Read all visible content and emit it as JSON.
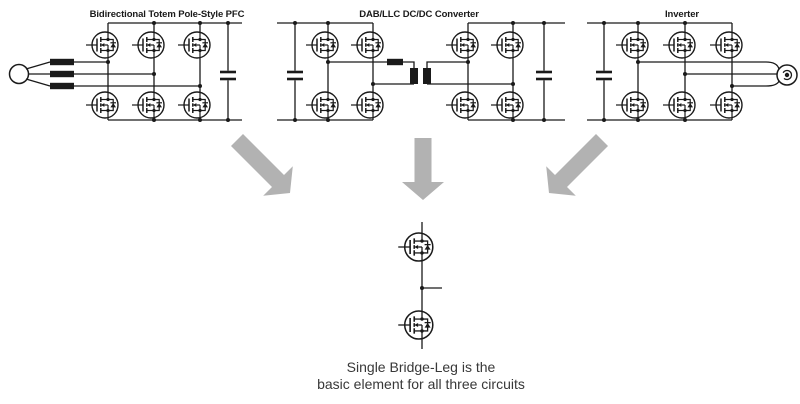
{
  "colors": {
    "line": "#1a1a1a",
    "arrow": "#b2b2b2",
    "title_text": "#1a1a1a",
    "caption_text": "#383838",
    "background": "#ffffff"
  },
  "circuits": {
    "pfc": {
      "title": "Bidirectional Totem Pole-Style PFC"
    },
    "dcdc": {
      "title": "DAB/LLC DC/DC Converter"
    },
    "inverter": {
      "title": "Inverter"
    }
  },
  "caption": {
    "line1": "Single Bridge-Leg is the",
    "line2": "basic element for all three circuits"
  },
  "icons": {
    "mosfet": "mosfet-with-body-diode-icon",
    "ac_source": "ac-source-icon",
    "inductor": "inductor-icon",
    "capacitor": "capacitor-icon",
    "transformer": "transformer-icon",
    "motor": "motor-icon",
    "arrows": [
      "arrow-down-right-icon",
      "arrow-down-icon",
      "arrow-down-left-icon"
    ]
  }
}
